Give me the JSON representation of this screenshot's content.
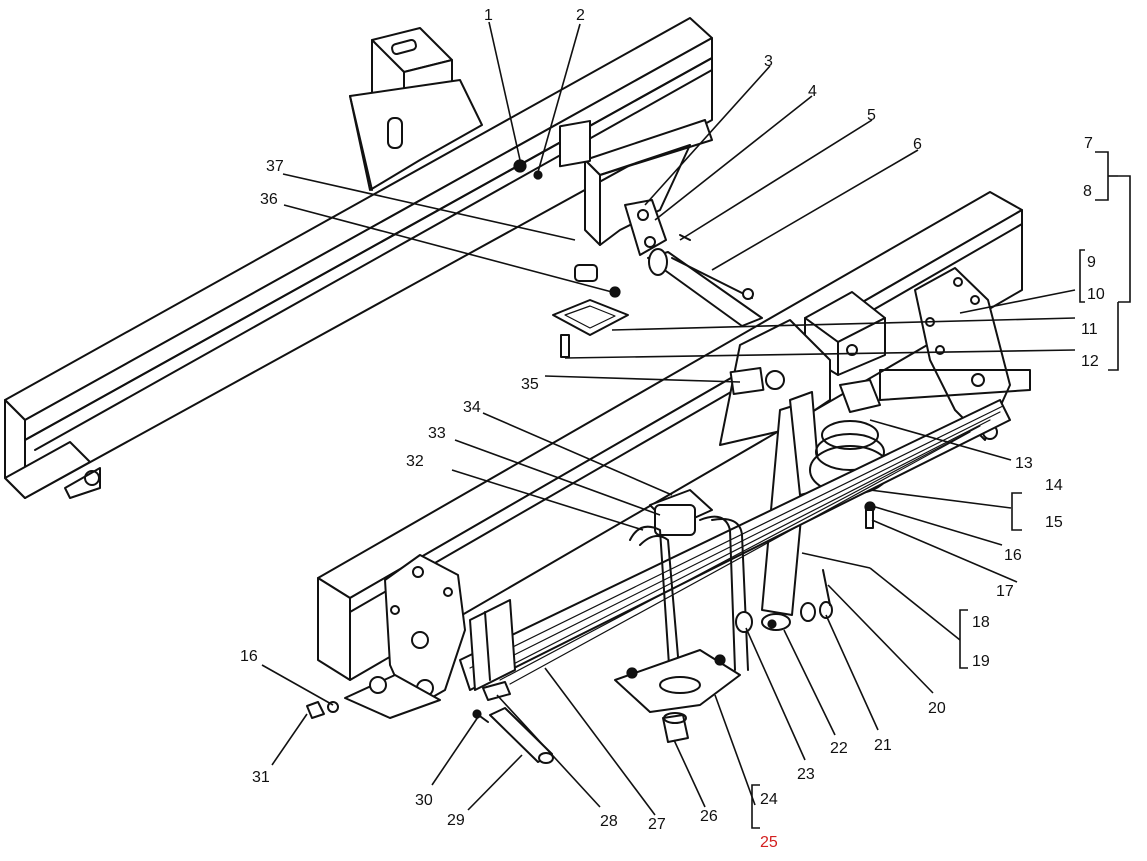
{
  "labels": {
    "p1": "1",
    "p2": "2",
    "p3": "3",
    "p4": "4",
    "p5": "5",
    "p6": "6",
    "p7": "7",
    "p8": "8",
    "p9": "9",
    "p10": "10",
    "p11": "11",
    "p12": "12",
    "p13": "13",
    "p14": "14",
    "p15": "15",
    "p16a": "16",
    "p16b": "16",
    "p17": "17",
    "p18": "18",
    "p19": "19",
    "p20": "20",
    "p21": "21",
    "p22": "22",
    "p23": "23",
    "p24": "24",
    "p25": "25",
    "p26": "26",
    "p27": "27",
    "p28": "28",
    "p29": "29",
    "p30": "30",
    "p31": "31",
    "p32": "32",
    "p33": "33",
    "p34": "34",
    "p35": "35",
    "p36": "36",
    "p37": "37"
  },
  "colors": {
    "ink": "#111111",
    "highlight": "#d32020",
    "background": "#ffffff"
  }
}
